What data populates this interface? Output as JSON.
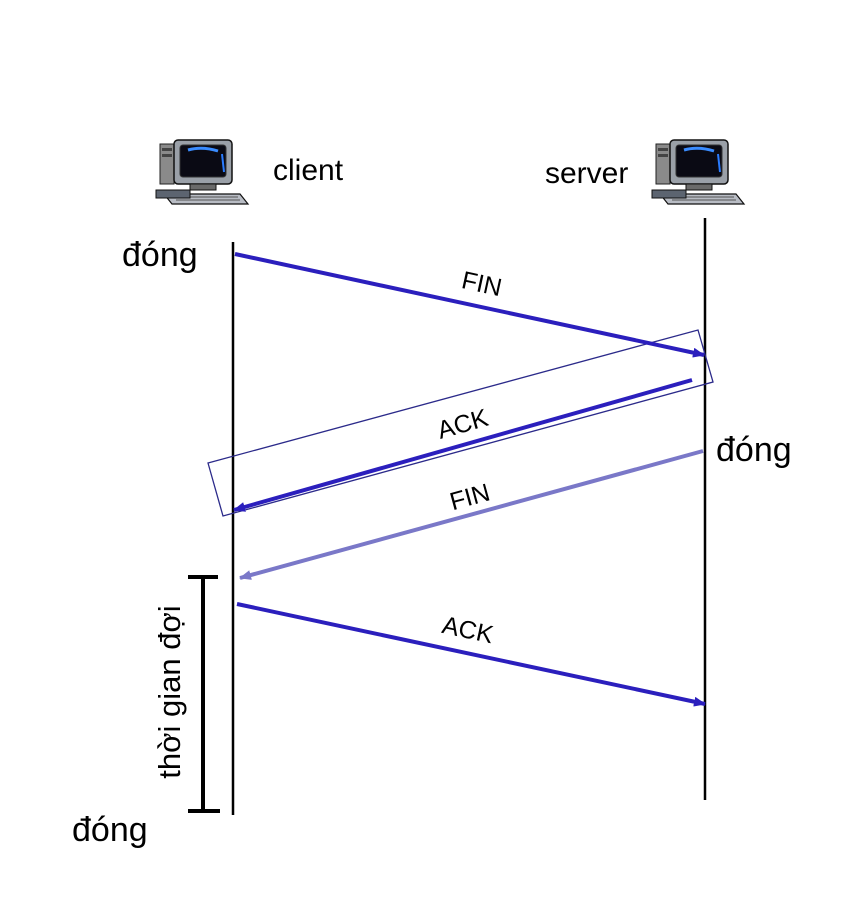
{
  "client": {
    "label": "client",
    "icon": "computer-icon"
  },
  "server": {
    "label": "server",
    "icon": "computer-icon"
  },
  "events": {
    "client_close": "đóng",
    "server_close": "đóng",
    "final_close": "đóng"
  },
  "messages": [
    {
      "label": "FIN",
      "from": "client",
      "to": "server",
      "color": "#2b1fbd"
    },
    {
      "label": "ACK",
      "from": "server",
      "to": "client",
      "color": "#2b1fbd"
    },
    {
      "label": "FIN",
      "from": "server",
      "to": "client",
      "color": "#7a78c8"
    },
    {
      "label": "ACK",
      "from": "client",
      "to": "server",
      "color": "#2b1fbd"
    }
  ],
  "wait": {
    "label": "thời gian đợi"
  },
  "colors": {
    "line": "#000000",
    "highlight_box": "#2b2a8a"
  }
}
